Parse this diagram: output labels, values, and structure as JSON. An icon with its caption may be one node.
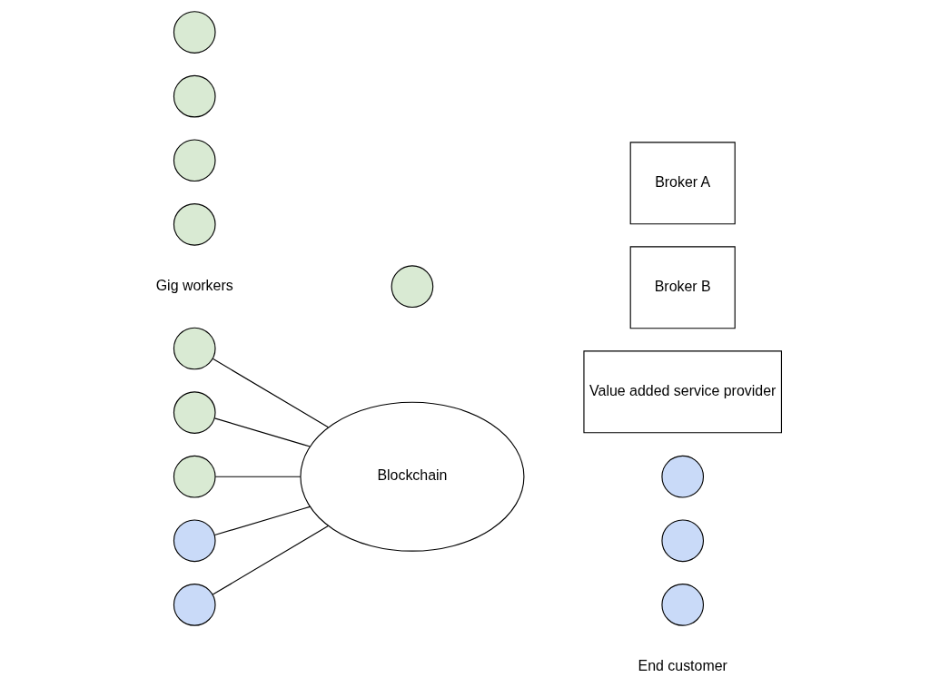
{
  "diagram": {
    "nodes": [
      {
        "text": [
          "Blockchain"
        ]
      },
      {
        "text": [
          "Broker A"
        ]
      },
      {
        "text": [
          "Broker B"
        ]
      },
      {
        "text": [
          "Value added service provider"
        ]
      },
      {
        "text": [],
        "shape": "circle"
      },
      {
        "text": [],
        "shape": "circle"
      },
      {
        "text": [],
        "shape": "circle"
      },
      {
        "text": [],
        "shape": "circle"
      },
      {
        "text": [],
        "shape": "circle"
      },
      {
        "text": [],
        "shape": "circle"
      },
      {
        "text": [],
        "shape": "circle"
      },
      {
        "text": [],
        "shape": "circle"
      },
      {
        "text": [],
        "shape": "circle"
      },
      {
        "text": [],
        "shape": "circle"
      },
      {
        "text": [],
        "shape": "circle"
      },
      {
        "text": [],
        "shape": "circle"
      },
      {
        "text": [],
        "shape": "circle"
      }
    ],
    "edges": [
      {
        "from": 11,
        "to": 0,
        "arrow": "none"
      },
      {
        "from": 10,
        "to": 0,
        "arrow": "none"
      },
      {
        "from": 9,
        "to": 0,
        "arrow": "none"
      },
      {
        "from": 12,
        "to": 0,
        "arrow": "none"
      },
      {
        "from": 13,
        "to": 0,
        "arrow": "none"
      }
    ],
    "labels": [
      "Gig workers",
      "End customer"
    ]
  }
}
